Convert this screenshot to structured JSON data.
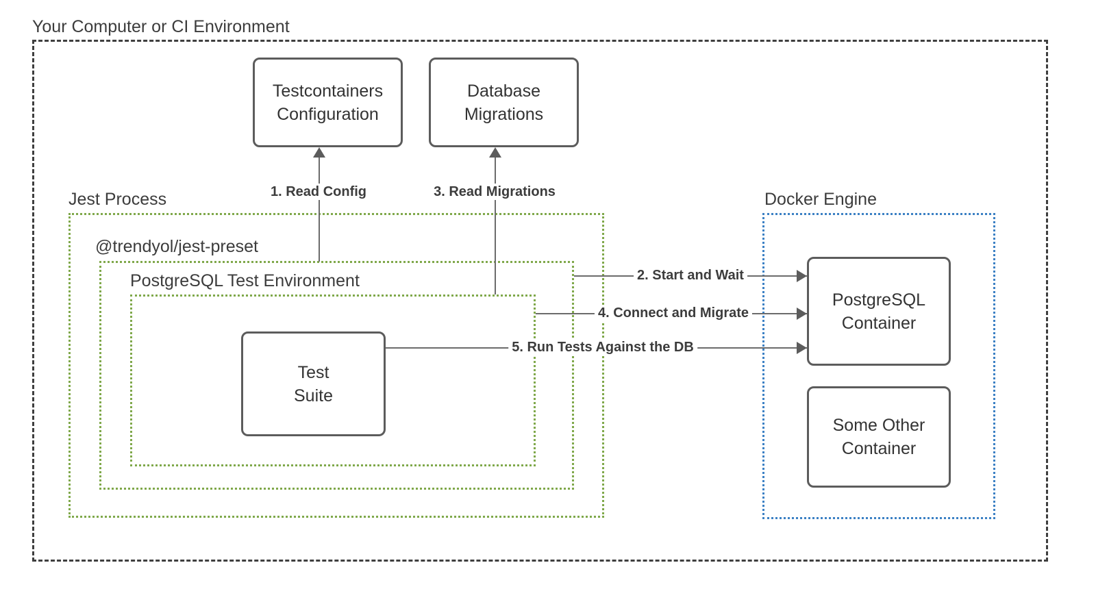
{
  "diagram": {
    "title": "Your Computer or CI Environment",
    "groups": [
      {
        "id": "host",
        "label": "Your Computer or CI Environment",
        "style": "dashed-black"
      },
      {
        "id": "jest",
        "label": "Jest Process",
        "style": "dotted-green"
      },
      {
        "id": "preset",
        "label": "@trendyol/jest-preset",
        "style": "dotted-green"
      },
      {
        "id": "pgenv",
        "label": "PostgreSQL Test Environment",
        "style": "dotted-green"
      },
      {
        "id": "docker",
        "label": "Docker Engine",
        "style": "dotted-blue"
      }
    ],
    "nodes": [
      {
        "id": "config",
        "label": "Testcontainers\nConfiguration"
      },
      {
        "id": "migrations",
        "label": "Database\nMigrations"
      },
      {
        "id": "testsuite",
        "label": "Test\nSuite"
      },
      {
        "id": "pgcontainer",
        "label": "PostgreSQL\nContainer"
      },
      {
        "id": "othercontainer",
        "label": "Some Other\nContainer"
      }
    ],
    "edges": [
      {
        "id": "e1",
        "label": "1. Read Config",
        "from": "preset",
        "to": "config",
        "direction": "up"
      },
      {
        "id": "e2",
        "label": "2. Start and Wait",
        "from": "preset",
        "to": "pgcontainer",
        "direction": "right"
      },
      {
        "id": "e3",
        "label": "3. Read Migrations",
        "from": "pgenv",
        "to": "migrations",
        "direction": "up"
      },
      {
        "id": "e4",
        "label": "4. Connect and Migrate",
        "from": "pgenv",
        "to": "pgcontainer",
        "direction": "right"
      },
      {
        "id": "e5",
        "label": "5. Run Tests Against the DB",
        "from": "testsuite",
        "to": "pgcontainer",
        "direction": "right"
      }
    ],
    "colors": {
      "host_border": "#3f3f3f",
      "group_green": "#7fa84a",
      "group_blue": "#3b80c4",
      "node_border": "#5c5c5c",
      "text": "#333333",
      "connector": "#6b6b6b"
    }
  }
}
